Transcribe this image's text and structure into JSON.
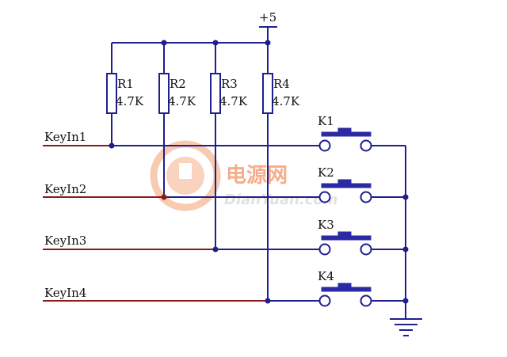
{
  "power": {
    "label": "+5"
  },
  "resistors": [
    {
      "name": "R1",
      "value": "4.7K"
    },
    {
      "name": "R2",
      "value": "4.7K"
    },
    {
      "name": "R3",
      "value": "4.7K"
    },
    {
      "name": "R4",
      "value": "4.7K"
    }
  ],
  "inputs": [
    {
      "label": "KeyIn1"
    },
    {
      "label": "KeyIn2"
    },
    {
      "label": "KeyIn3"
    },
    {
      "label": "KeyIn4"
    }
  ],
  "keys": [
    {
      "label": "K1"
    },
    {
      "label": "K2"
    },
    {
      "label": "K3"
    },
    {
      "label": "K4"
    }
  ],
  "watermark": {
    "cn": "电源网",
    "en": "DianYuan.com",
    "color": "#f26a2a"
  },
  "colors": {
    "wire": "#1f1f8f",
    "label_wire": "#8b1a1a"
  }
}
